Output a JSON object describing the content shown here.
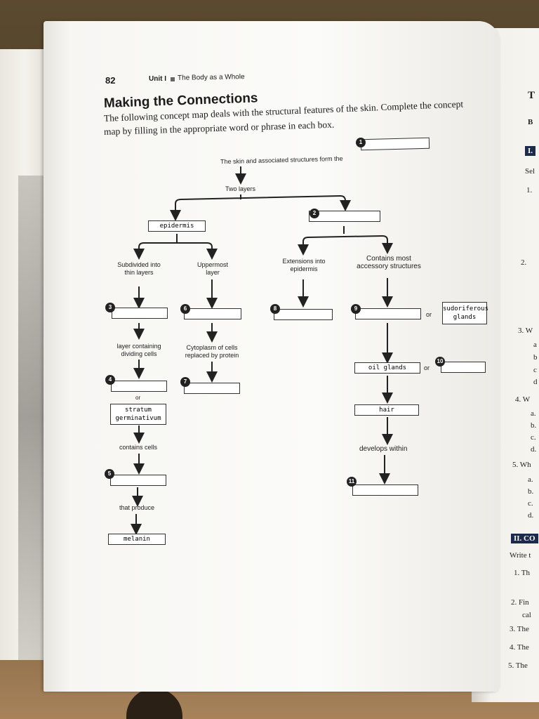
{
  "page": {
    "page_number": "82",
    "unit_label": "Unit I",
    "unit_title": "The Body as a Whole",
    "section_title": "Making the Connections",
    "intro_line1": "The following concept map deals with the structural features of the skin. Complete the concept",
    "intro_line2": "map by filling in the appropriate word or phrase in each box."
  },
  "map": {
    "top_label": "The skin and associated structures form the",
    "two_layers": "Two layers",
    "epidermis": "epidermis",
    "subdivided": "Subdivided into thin layers",
    "uppermost": "Uppermost layer",
    "extensions": "Extensions into epidermis",
    "contains_most": "Contains most accessory structures",
    "layer_dividing": "layer containing dividing cells",
    "cytoplasm": "Cytoplasm of cells replaced by protein",
    "or1": "or",
    "or2": "or",
    "or3": "or",
    "sudoriferous": "sudoriferous glands",
    "oil_glands": "oil glands",
    "stratum": "stratum germinativum",
    "hair": "hair",
    "contains_cells": "contains cells",
    "develops_within": "develops within",
    "that_produce": "that produce",
    "melanin": "melanin",
    "numbers": [
      "1",
      "2",
      "3",
      "4",
      "5",
      "6",
      "7",
      "8",
      "9",
      "10",
      "11"
    ]
  },
  "right_page": {
    "heading_top": "T",
    "heading_b": "B",
    "section_one": "I.",
    "sel": "Sel",
    "items": [
      "1.",
      "2.",
      "3. W",
      "4. W",
      "5. Wh"
    ],
    "sub_letters": [
      "a",
      "b",
      "c",
      "d",
      "a.",
      "b.",
      "c.",
      "d.",
      "a.",
      "b.",
      "c.",
      "d."
    ],
    "section_two": "II. CO",
    "write": "Write t",
    "lines": [
      "1. Th",
      "2. Fin",
      "cal",
      "3. The",
      "4. The",
      "5. The"
    ]
  }
}
